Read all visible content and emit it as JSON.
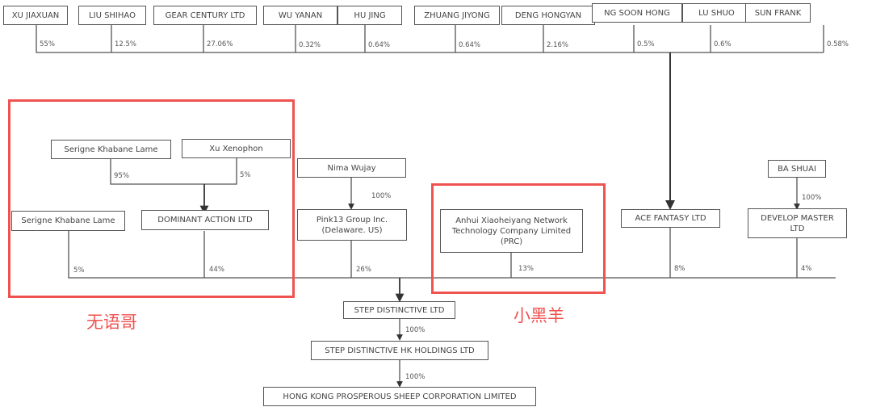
{
  "top_shareholders": [
    {
      "name": "XU JIAXUAN",
      "pct": "55%"
    },
    {
      "name": "LIU SHIHAO",
      "pct": "12.5%"
    },
    {
      "name": "GEAR CENTURY LTD",
      "pct": "27.06%"
    },
    {
      "name": "WU YANAN",
      "pct": "0.32%"
    },
    {
      "name": "HU JING",
      "pct": "0.64%"
    },
    {
      "name": "ZHUANG JIYONG",
      "pct": "0.64%"
    },
    {
      "name": "DENG HONGYAN",
      "pct": "2.16%"
    },
    {
      "name": "NG SOON HONG",
      "pct": "0.5%"
    },
    {
      "name": "LU SHUO",
      "pct": "0.6%"
    },
    {
      "name": "SUN FRANK",
      "pct": "0.58%"
    }
  ],
  "left_group": {
    "label": "无语哥",
    "serigne_top": "Serigne Khabane Lame",
    "xu_xenophon": "Xu Xenophon",
    "pct_serigne_to_dominant": "95%",
    "pct_xu_to_dominant": "5%",
    "serigne_direct": "Serigne Khabane Lame",
    "dominant": "DOMINANT ACTION LTD",
    "pct_serigne_direct": "5%",
    "pct_dominant": "44%"
  },
  "nima": {
    "name": "Nima Wujay",
    "pct": "100%"
  },
  "pink13": {
    "name": "Pink13 Group Inc.\n(Delaware. US)",
    "pct": "26%"
  },
  "anhui": {
    "label": "小黑羊",
    "name": "Anhui Xiaoheiyang Network\nTechnology Company Limited\n(PRC)",
    "pct": "13%"
  },
  "ace": {
    "name": "ACE FANTASY LTD",
    "pct": "8%"
  },
  "ba_shuai": {
    "name": "BA SHUAI",
    "pct": "100%"
  },
  "develop": {
    "name": "DEVELOP MASTER\nLTD",
    "pct": "4%"
  },
  "chain": [
    {
      "name": "STEP DISTINCTIVE LTD",
      "pct": "100%"
    },
    {
      "name": "STEP DISTINCTIVE HK HOLDINGS LTD",
      "pct": "100%"
    },
    {
      "name": "HONG KONG PROSPEROUS SHEEP CORPORATION LIMITED"
    }
  ],
  "colors": {
    "highlight": "#ef5350",
    "line": "#555555"
  }
}
